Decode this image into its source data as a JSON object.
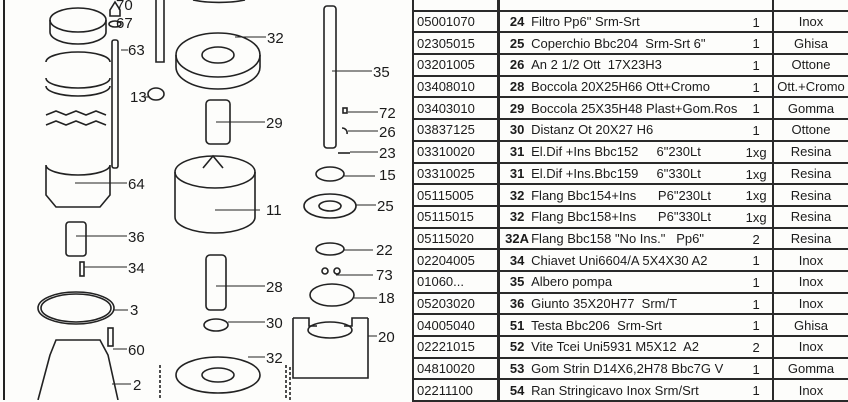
{
  "diagram": {
    "callouts": [
      "70",
      "67",
      "63",
      "13",
      "32",
      "35",
      "72",
      "29",
      "26",
      "23",
      "64",
      "15",
      "11",
      "25",
      "36",
      "22",
      "34",
      "73",
      "28",
      "18",
      "3",
      "30",
      "20",
      "60",
      "32",
      "2"
    ]
  },
  "parts_table": {
    "rows": [
      {
        "code": "05001070",
        "ref": "24",
        "description": "Filtro Pp6\" Srm-Srt",
        "qty": "1",
        "material": "Inox"
      },
      {
        "code": "02305015",
        "ref": "25",
        "description": "Coperchio Bbc204  Srm-Srt 6\"",
        "qty": "1",
        "material": "Ghisa"
      },
      {
        "code": "03201005",
        "ref": "26",
        "description": "An 2 1/2 Ott  17X23H3",
        "qty": "1",
        "material": "Ottone"
      },
      {
        "code": "03408010",
        "ref": "28",
        "description": "Boccola 20X25H66 Ott+Cromo",
        "qty": "1",
        "material": "Ott.+Cromo"
      },
      {
        "code": "03403010",
        "ref": "29",
        "description": "Boccola 25X35H48 Plast+Gom.Ros",
        "qty": "1",
        "material": "Gomma"
      },
      {
        "code": "03837125",
        "ref": "30",
        "description": "Distanz Ot 20X27 H6",
        "qty": "1",
        "material": "Ottone"
      },
      {
        "code": "03310020",
        "ref": "31",
        "description": "El.Dif +Ins Bbc152     6\"230Lt",
        "qty": "1xg",
        "material": "Resina"
      },
      {
        "code": "03310025",
        "ref": "31",
        "description": "El.Dif +Ins.Bbc159     6\"330Lt",
        "qty": "1xg",
        "material": "Resina"
      },
      {
        "code": "05115005",
        "ref": "32",
        "description": "Flang Bbc154+Ins      P6\"230Lt",
        "qty": "1xg",
        "material": "Resina"
      },
      {
        "code": "05115015",
        "ref": "32",
        "description": "Flang Bbc158+Ins      P6\"330Lt",
        "qty": "1xg",
        "material": "Resina"
      },
      {
        "code": "05115020",
        "ref": "32A",
        "description": "Flang Bbc158 \"No Ins.\"   Pp6\"",
        "qty": "2",
        "material": "Resina"
      },
      {
        "code": "02204005",
        "ref": "34",
        "description": "Chiavet Uni6604/A 5X4X30 A2",
        "qty": "1",
        "material": "Inox"
      },
      {
        "code": "01060...",
        "ref": "35",
        "description": "Albero pompa",
        "qty": "1",
        "material": "Inox"
      },
      {
        "code": "05203020",
        "ref": "36",
        "description": "Giunto 35X20H77  Srm/T",
        "qty": "1",
        "material": "Inox"
      },
      {
        "code": "04005040",
        "ref": "51",
        "description": "Testa Bbc206  Srm-Srt",
        "qty": "1",
        "material": "Ghisa"
      },
      {
        "code": "02221015",
        "ref": "52",
        "description": "Vite Tcei Uni5931 M5X12  A2",
        "qty": "2",
        "material": "Inox"
      },
      {
        "code": "04810020",
        "ref": "53",
        "description": "Gom Strin D14X6,2H78 Bbc7G V",
        "qty": "1",
        "material": "Gomma"
      },
      {
        "code": "02211100",
        "ref": "54",
        "description": "Ran Stringicavo Inox Srm/Srt",
        "qty": "1",
        "material": "Inox"
      }
    ]
  }
}
